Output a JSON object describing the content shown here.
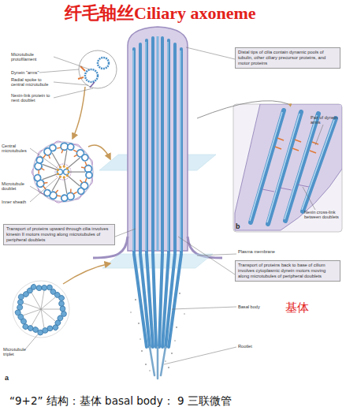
{
  "diagram": {
    "title": "纤毛轴丝Ciliary axoneme",
    "caption": "“9+2” 结构：基体 basal body： 9 三联微管",
    "nodes": [
      {
        "text": [
          "Distal tips of cilia contain dynamic pools of tubulin, other ciliary precursor proteins, and motor proteins"
        ]
      },
      {
        "text": [
          "Transport of proteins upward through cilia involves kinesin II motors moving along microtubules of peripheral doublets"
        ]
      },
      {
        "text": [
          "Transport of proteins back to base of cilium involves cytoplasmic dynein motors moving along microtubules of peripheral doublets"
        ]
      }
    ],
    "labels": [
      "Microtubule protofilament",
      "Dynein \"arms\"",
      "Radial spoke to central microtubule",
      "Nexin-link protein to next doublet",
      "B",
      "A",
      "Central microtubules",
      "Microtubule doublet",
      "Inner sheath",
      "Microtubule triplet",
      "a",
      "Pair of dynein arms",
      "Nexin cross-link between doublets",
      "b",
      "Plasma membrane",
      "Basal body",
      "基体",
      "Rootlet"
    ]
  }
}
